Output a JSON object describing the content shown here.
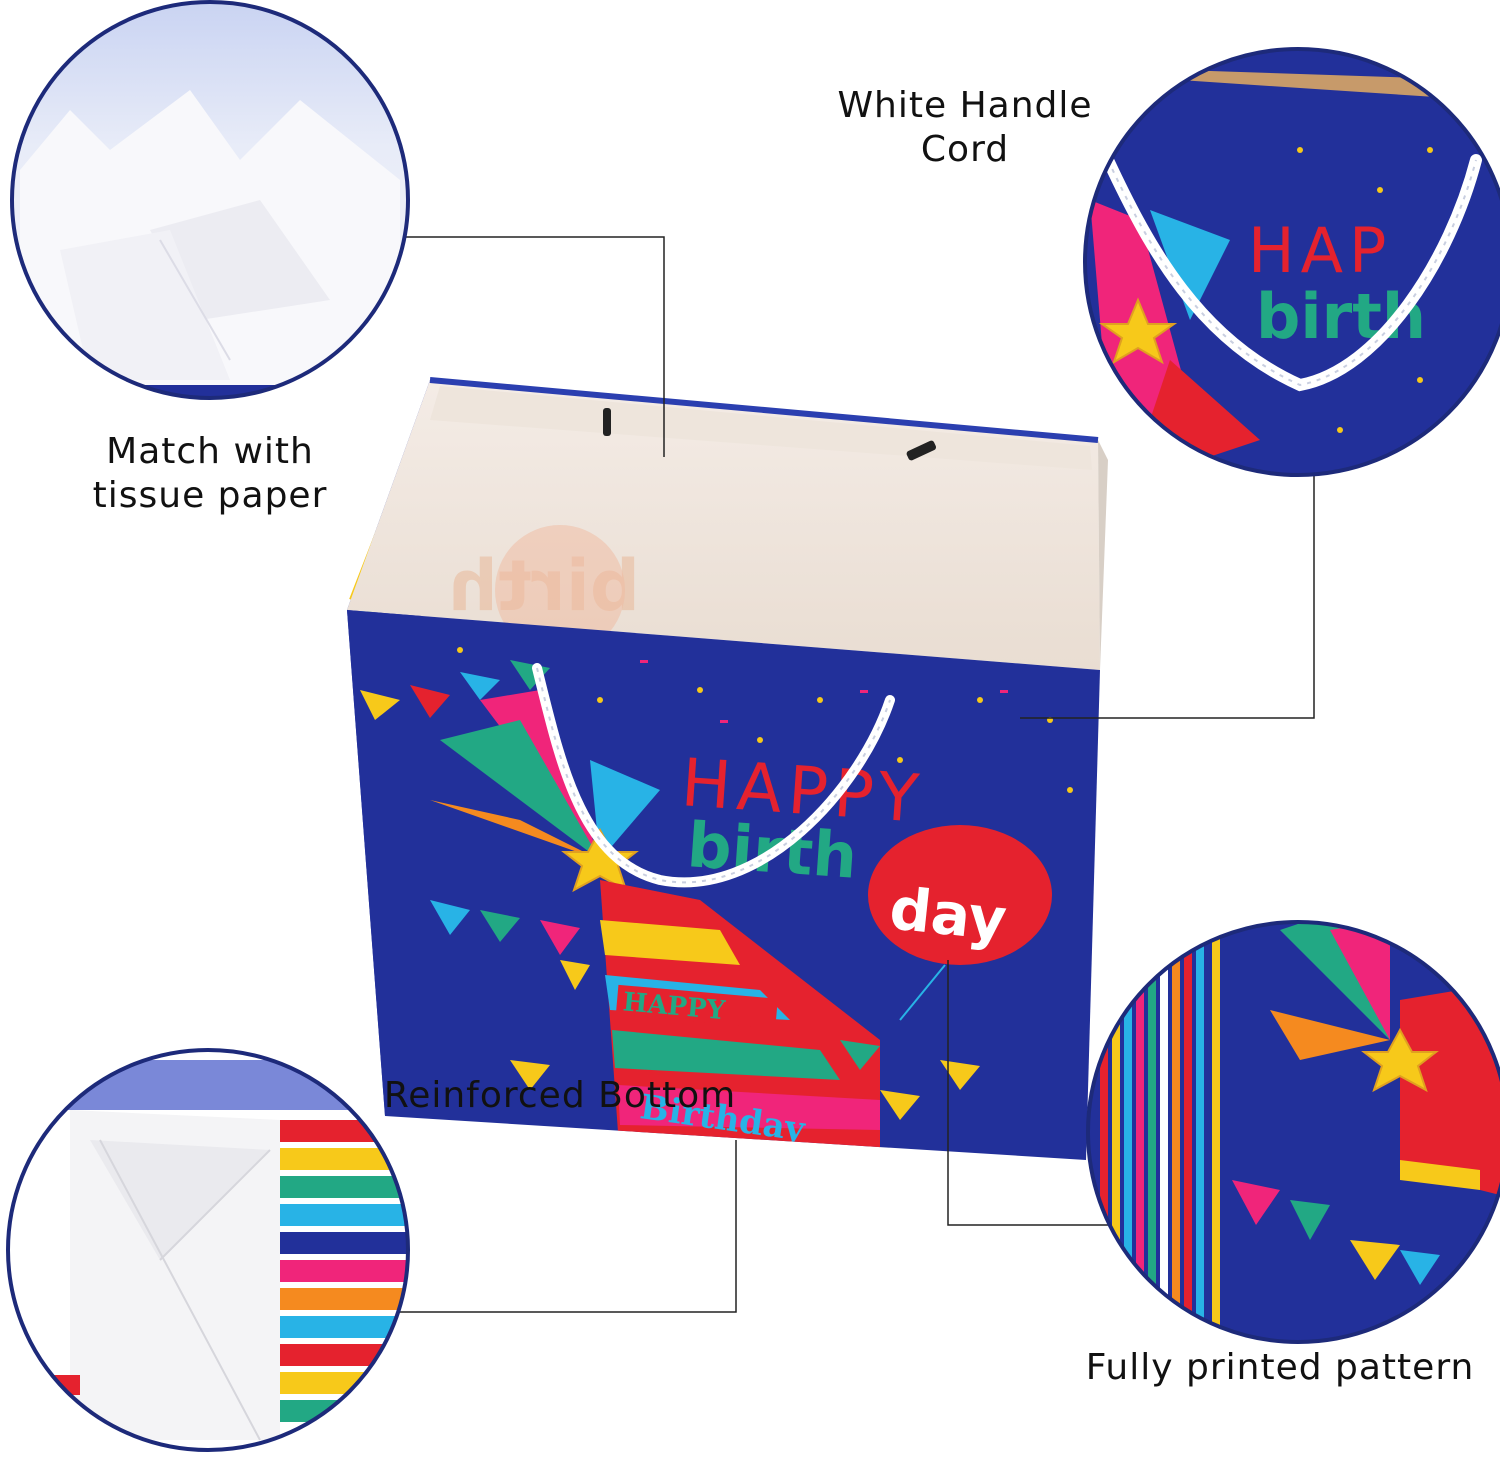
{
  "callouts": {
    "tissue_paper": {
      "line1": "Match with",
      "line2": "tissue paper"
    },
    "handle_cord": {
      "line1": "White Handle",
      "line2": "Cord"
    },
    "printed_pattern": {
      "text": "Fully printed pattern"
    },
    "reinforced_bottom": {
      "text": "Reinforced Bottom"
    }
  },
  "bag_print": {
    "happy": "HAPPY",
    "birth": "birth",
    "day": "day",
    "ribbon_happy": "HAPPY",
    "ribbon_birthday": "Birthday"
  },
  "colors": {
    "navy": "#22309a",
    "border": "#1d2a7a",
    "red": "#e5222e",
    "green": "#22a884",
    "pink": "#f0257a",
    "yellow": "#f7c91a",
    "cyan": "#28b3e6",
    "orange": "#f58a1f"
  }
}
